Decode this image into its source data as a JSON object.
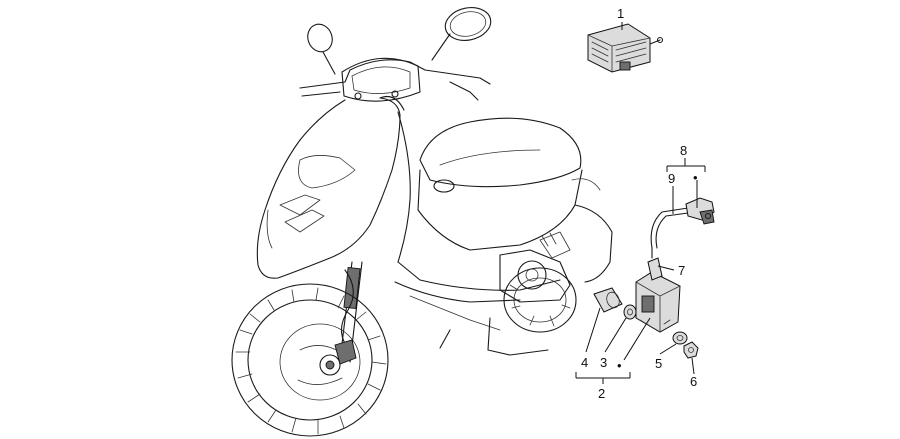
{
  "diagram": {
    "callouts": [
      {
        "id": "c1",
        "text": "1"
      },
      {
        "id": "c2",
        "text": "2"
      },
      {
        "id": "c3",
        "text": "3"
      },
      {
        "id": "c4",
        "text": "4"
      },
      {
        "id": "c5",
        "text": "5"
      },
      {
        "id": "c6",
        "text": "6"
      },
      {
        "id": "c7",
        "text": "7"
      },
      {
        "id": "c8",
        "text": "8"
      },
      {
        "id": "c9",
        "text": "9"
      }
    ],
    "bullet_glyph": "•"
  }
}
